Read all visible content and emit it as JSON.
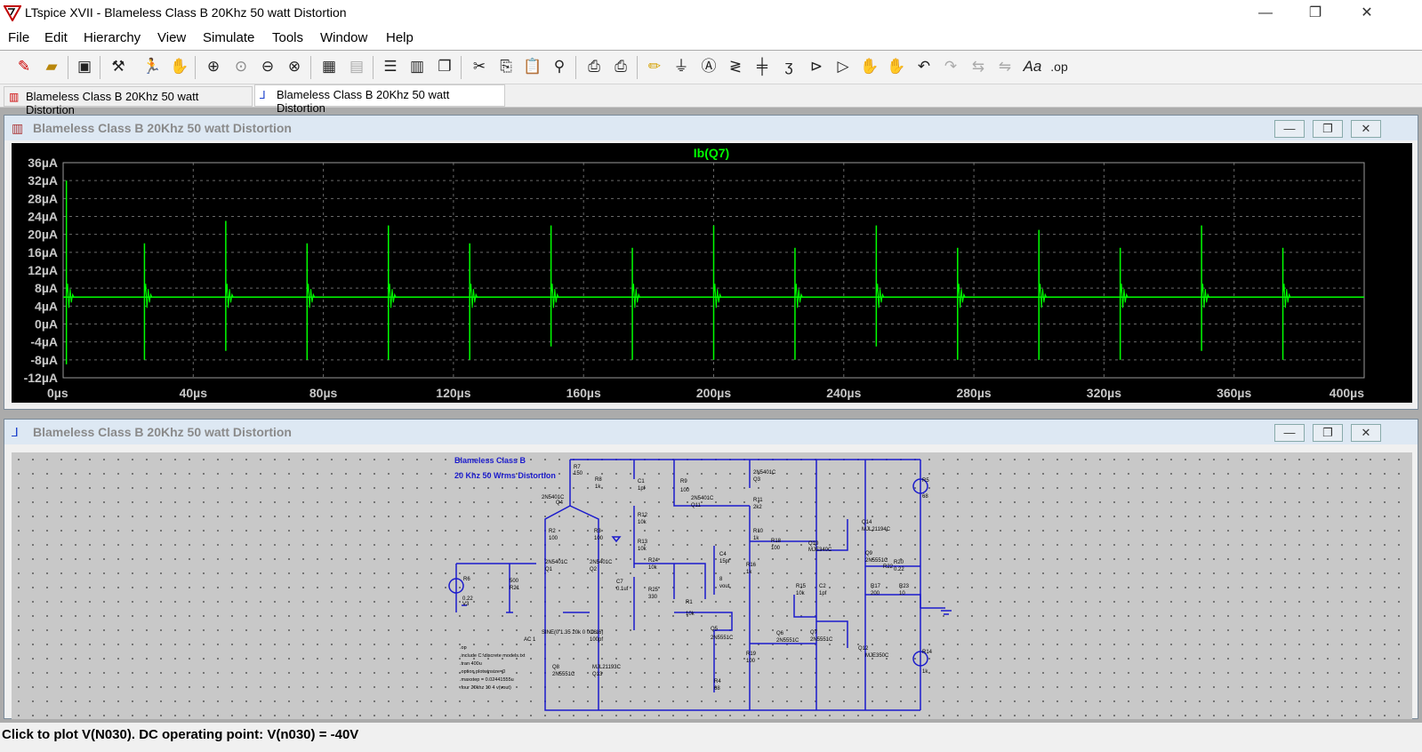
{
  "app": {
    "title": "LTspice XVII - Blameless Class B 20Khz 50 watt Distortion"
  },
  "window_controls": {
    "minimize": "—",
    "restore": "❐",
    "close": "✕"
  },
  "menu": [
    "File",
    "Edit",
    "Hierarchy",
    "View",
    "Simulate",
    "Tools",
    "Window",
    "Help"
  ],
  "tabs": [
    {
      "label": "Blameless Class B 20Khz 50 watt Distortion",
      "icon": "waveform-icon"
    },
    {
      "label": "Blameless Class B 20Khz 50 watt Distortion",
      "icon": "schematic-icon"
    }
  ],
  "plot_window": {
    "title": "Blameless Class B 20Khz 50 watt Distortion",
    "trace_label": "Ib(Q7)",
    "trace_color": "#00ff00"
  },
  "schematic_window": {
    "title": "Blameless Class B 20Khz 50 watt Distortion",
    "heading": [
      "Blameless Class B",
      "20 Khz 50 Wrms Distortion"
    ],
    "labels": [
      "R7",
      "150",
      "R8",
      "1k",
      "2N5401C",
      "Q4",
      "C1",
      "1pf",
      "R9",
      "100",
      "2N5401C",
      "Q3",
      "R11",
      "2k2",
      "2N5401C",
      "Q11",
      "R12",
      "10k",
      "R13",
      "10k",
      "R2",
      "100",
      "R3",
      "100",
      "R10",
      "1k",
      "R18",
      "100",
      "Q10",
      "MJE340C",
      "Q14",
      "MJL21194C",
      "2N5401C",
      "Q1",
      "2N5401C",
      "Q2",
      "R24",
      "10k",
      "R25",
      "330",
      "C4",
      "15pf",
      "R16",
      "1k",
      "Q9",
      "2N5551C",
      "R20",
      "0.22",
      "R22",
      "8",
      "vout",
      "R15",
      "10k",
      "C2",
      "1pf",
      "R17",
      "200",
      "R23",
      "10",
      "C7",
      "0.1uf",
      "R6",
      "500",
      "R21",
      "0.22",
      "V3",
      "R1",
      "10k",
      "SINE(0 1.35 20k 0 0 0 16)",
      "AC 1",
      "C6",
      "100pf",
      "Q5",
      "2N5551C",
      "Q6",
      "2N5551C",
      "Q7",
      "2N5551C",
      "R19",
      "100",
      "Q12",
      "MJE350C",
      "Q8",
      "2N5551C",
      "MJL21193C",
      "Q13",
      "R4",
      "68",
      "R5",
      "68",
      "R14",
      "1k",
      "V1",
      "40",
      "V2",
      "40"
    ],
    "directives": [
      ".op",
      ".include C:\\discrete models.txt",
      ".tran 400u",
      ".option plotwinsize=0",
      ".maxstep = 0.02441555u",
      ".four 20khz 10 4 v(vout)"
    ]
  },
  "status": {
    "text": "Click to plot V(N030).  DC operating point: V(n030) = -40V"
  },
  "chart_data": {
    "type": "line",
    "title": "Ib(Q7)",
    "xlabel": "",
    "ylabel": "",
    "x_unit": "µs",
    "y_unit": "µA",
    "xlim": [
      0,
      400
    ],
    "ylim": [
      -12,
      36
    ],
    "x_ticks": [
      "0µs",
      "40µs",
      "80µs",
      "120µs",
      "160µs",
      "200µs",
      "240µs",
      "280µs",
      "320µs",
      "360µs",
      "400µs"
    ],
    "y_ticks": [
      "36µA",
      "32µA",
      "28µA",
      "24µA",
      "20µA",
      "16µA",
      "12µA",
      "8µA",
      "4µA",
      "0µA",
      "-4µA",
      "-8µA",
      "-12µA"
    ],
    "grid": true,
    "series": [
      {
        "name": "Ib(Q7)",
        "color": "#00ff00",
        "baseline": 6,
        "spikes": [
          {
            "x": 1,
            "max": 32,
            "min": -9
          },
          {
            "x": 25,
            "max": 18,
            "min": -8
          },
          {
            "x": 50,
            "max": 23,
            "min": -6
          },
          {
            "x": 75,
            "max": 18,
            "min": -8
          },
          {
            "x": 100,
            "max": 22,
            "min": -8
          },
          {
            "x": 125,
            "max": 18,
            "min": -8
          },
          {
            "x": 150,
            "max": 22,
            "min": -5
          },
          {
            "x": 175,
            "max": 17,
            "min": -8
          },
          {
            "x": 200,
            "max": 22,
            "min": -8
          },
          {
            "x": 225,
            "max": 17,
            "min": -8
          },
          {
            "x": 250,
            "max": 22,
            "min": -5
          },
          {
            "x": 275,
            "max": 17,
            "min": -8
          },
          {
            "x": 300,
            "max": 21,
            "min": -8
          },
          {
            "x": 325,
            "max": 17,
            "min": -8
          },
          {
            "x": 350,
            "max": 22,
            "min": -6
          },
          {
            "x": 375,
            "max": 17,
            "min": -8
          }
        ]
      }
    ]
  }
}
